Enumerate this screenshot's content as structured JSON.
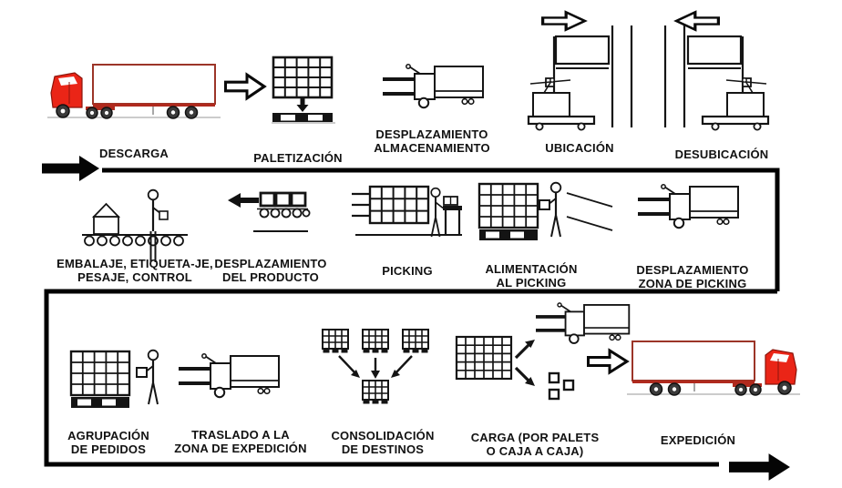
{
  "diagram": {
    "name": "warehouse-logistics-process-flow",
    "colors": {
      "background": "#ffffff",
      "line": "#000000",
      "truck_red": "#ea2517"
    },
    "flow": {
      "entry_arrow_icon": "entry-arrow-right-icon",
      "exit_arrow_icon": "exit-arrow-right-icon"
    },
    "rows": [
      {
        "steps": [
          {
            "icon": "truck-left-icon",
            "lines": [
              "DESCARGA"
            ]
          },
          {
            "icon": "block-arrow-right-icon"
          },
          {
            "icon": "palletizing-icon",
            "lines": [
              "PALETIZACIÓN"
            ]
          },
          {
            "icon": "pallet-stacker-icon",
            "lines": [
              "DESPLAZAMIENTO",
              "ALMACENAMIENTO"
            ]
          },
          {
            "icon": "stacker-crane-right-icon",
            "arrow": "block-arrow-right-icon",
            "lines": [
              "UBICACIÓN"
            ]
          },
          {
            "icon": "stacker-crane-left-icon",
            "arrow": "block-arrow-left-icon",
            "lines": [
              "DESUBICACIÓN"
            ]
          }
        ]
      },
      {
        "steps": [
          {
            "icon": "conveyor-person-icon",
            "lines": [
              "EMBALAJE, ETIQUETA-JE,",
              "PESAJE, CONTROL"
            ]
          },
          {
            "icon": "box-cart-left-icon",
            "lines": [
              "DESPLAZAMIENTO",
              "DEL PRODUCTO"
            ]
          },
          {
            "icon": "picking-rack-icon",
            "lines": [
              "PICKING"
            ]
          },
          {
            "icon": "pallet-person-chute-icon",
            "lines": [
              "ALIMENTACIÓN",
              "AL PICKING"
            ]
          },
          {
            "icon": "pallet-stacker-icon",
            "lines": [
              "DESPLAZAMIENTO",
              "ZONA DE PICKING"
            ]
          }
        ]
      },
      {
        "steps": [
          {
            "icon": "pallet-person-icon",
            "lines": [
              "AGRUPACIÓN",
              "DE PEDIDOS"
            ]
          },
          {
            "icon": "pallet-stacker-icon",
            "lines": [
              "TRASLADO A LA",
              "ZONA DE EXPEDICIÓN"
            ]
          },
          {
            "icon": "consolidation-icon",
            "lines": [
              "CONSOLIDACIÓN",
              "DE DESTINOS"
            ]
          },
          {
            "icon": "load-split-icon",
            "lines": [
              "CARGA (POR PALETS",
              "O CAJA A CAJA)"
            ]
          },
          {
            "icon": "truck-right-icon",
            "arrow": "block-arrow-right-icon",
            "lines": [
              "EXPEDICIÓN"
            ]
          }
        ]
      }
    ]
  }
}
